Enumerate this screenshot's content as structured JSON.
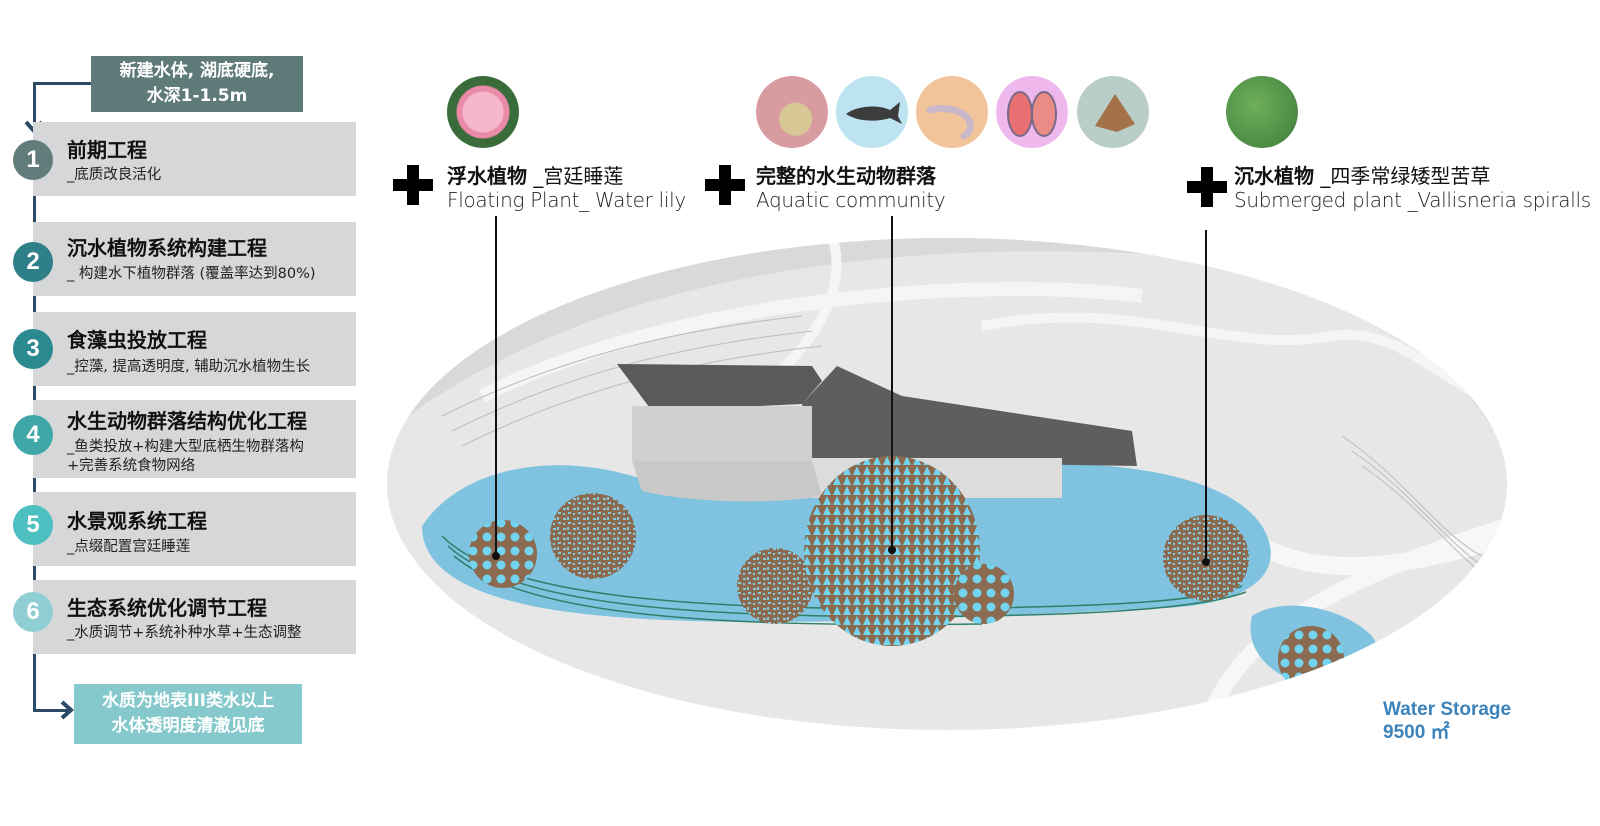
{
  "process": {
    "start": {
      "line1": "新建水体, 湖底硬底,",
      "line2": "水深1-1.5m"
    },
    "steps": [
      {
        "number": "1",
        "title": "前期工程",
        "desc": [
          "_底质改良活化"
        ],
        "color": "#617c7a"
      },
      {
        "number": "2",
        "title": "沉水植物系统构建工程",
        "desc": [
          "_ 构建水下植物群落 (覆盖率达到80%)"
        ],
        "color": "#2e7f88"
      },
      {
        "number": "3",
        "title": "食藻虫投放工程",
        "desc": [
          "_控藻, 提高透明度, 辅助沉水植物生长"
        ],
        "color": "#2b8a8f"
      },
      {
        "number": "4",
        "title": "水生动物群落结构优化工程",
        "desc": [
          "_鱼类投放+构建大型底栖生物群落构",
          "+完善系统食物网络"
        ],
        "color": "#3fa7a8"
      },
      {
        "number": "5",
        "title": "水景观系统工程",
        "desc": [
          "_点缀配置宫廷睡莲"
        ],
        "color": "#4dbfc0"
      },
      {
        "number": "6",
        "title": "生态系统优化调节工程",
        "desc": [
          "_水质调节+系统补种水草+生态调整"
        ],
        "color": "#8fcfd3"
      }
    ],
    "end": {
      "line1": "水质为地表III类水以上",
      "line2": "水体透明度清澈见底"
    }
  },
  "labels": [
    {
      "id": "floating",
      "cn_bold": "浮水植物",
      "cn_light": " _宫廷睡莲",
      "en": "Floating Plant_ Water lily",
      "icon": "water-lily-photo"
    },
    {
      "id": "aquatic",
      "cn_bold": "完整的水生动物群落",
      "cn_light": "",
      "en": "Aquatic community",
      "icons": [
        "water-flea-photo",
        "fish-photo",
        "shrimp-photo",
        "mussel-photo",
        "snail-photo"
      ]
    },
    {
      "id": "submerged",
      "cn_bold": "沉水植物",
      "cn_light": " _四季常绿矮型苦草",
      "en": "Submerged plant _Vallisneria spiralls",
      "icon": "eelgrass-photo"
    }
  ],
  "storage": {
    "title": "Water Storage",
    "value": "9500 ㎡"
  },
  "colors": {
    "flow_line": "#2c4a66",
    "step_bg": "#d6d7d9",
    "start_box": "#5f7b79",
    "end_box": "#86c9cd",
    "water": "#7fc3e0",
    "pattern_brown": "#8b6a4f",
    "pattern_cyan": "#72d4ef",
    "storage_text": "#3c82bb"
  }
}
